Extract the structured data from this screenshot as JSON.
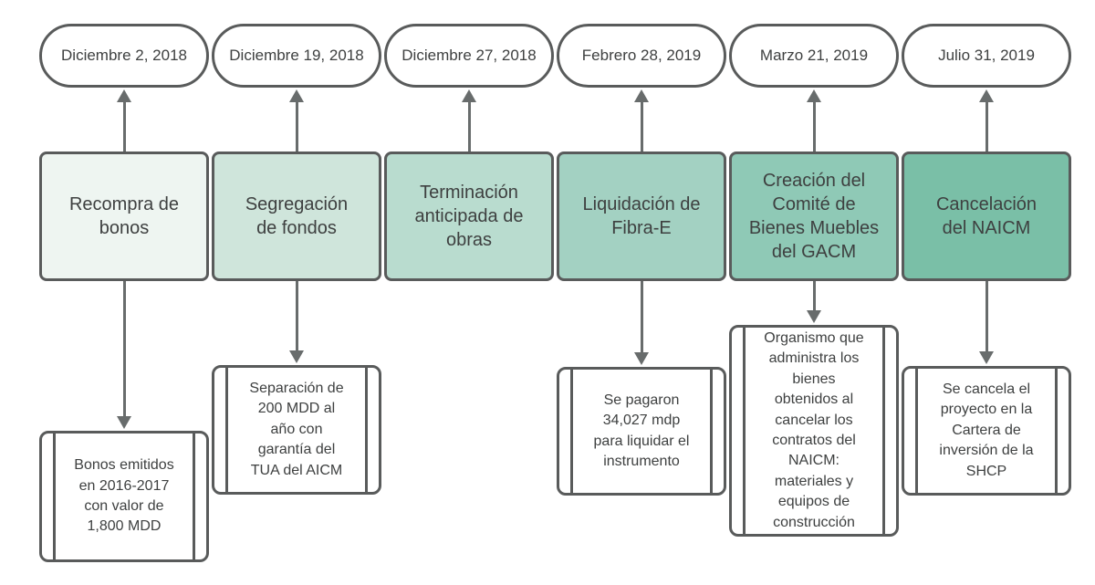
{
  "timeline": {
    "items": [
      {
        "date": "Diciembre 2, 2018",
        "event": "Recompra de\nbonos",
        "color": "#eef5f1",
        "detail": "Bonos emitidos\nen 2016-2017\ncon valor de\n1,800 MDD"
      },
      {
        "date": "Diciembre 19, 2018",
        "event": "Segregación\nde fondos",
        "color": "#cfe5db",
        "detail": "Separación de\n200 MDD al\naño con\ngarantía del\nTUA del AICM"
      },
      {
        "date": "Diciembre 27, 2018",
        "event": "Terminación\nanticipada de\nobras",
        "color": "#b9dccf",
        "detail": null
      },
      {
        "date": "Febrero 28, 2019",
        "event": "Liquidación de\nFibra-E",
        "color": "#a3d1c2",
        "detail": "Se pagaron\n34,027 mdp\npara liquidar el\ninstrumento"
      },
      {
        "date": "Marzo 21, 2019",
        "event": "Creación del\nComité de\nBienes Muebles\ndel GACM",
        "color": "#8fc9b6",
        "detail": "Organismo que\nadministra los\nbienes\nobtenidos al\ncancelar los\ncontratos del\nNAICM:\nmateriales y\nequipos de\nconstrucción"
      },
      {
        "date": "Julio 31, 2019",
        "event": "Cancelación\ndel NAICM",
        "color": "#7abfa7",
        "detail": "Se cancela el\nproyecto en la\nCartera de\ninversión de la\nSHCP"
      }
    ],
    "colors": {
      "border": "#595b5b",
      "arrow": "#686c6c",
      "text": "#3e4040",
      "background": "#ffffff"
    }
  }
}
